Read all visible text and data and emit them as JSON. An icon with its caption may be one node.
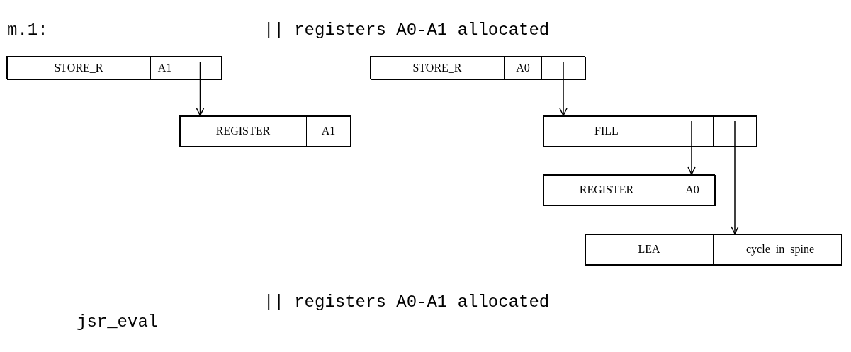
{
  "diagram": {
    "nodes": [
      {
        "text": [],
        "shape": "box"
      },
      {
        "text": [
          "STORE_R"
        ],
        "in": 0
      },
      {
        "text": [
          "A1"
        ],
        "in": 0
      },
      {
        "text": [],
        "shape": "box",
        "in": 0
      },
      {
        "text": [],
        "shape": "box"
      },
      {
        "text": [
          "REGISTER"
        ],
        "in": 4
      },
      {
        "text": [
          "A1"
        ],
        "in": 4
      },
      {
        "text": [],
        "shape": "box"
      },
      {
        "text": [
          "STORE_R"
        ],
        "in": 7
      },
      {
        "text": [
          "A0"
        ],
        "in": 7
      },
      {
        "text": [],
        "shape": "box",
        "in": 7
      },
      {
        "text": [],
        "shape": "box"
      },
      {
        "text": [
          "FILL"
        ],
        "in": 11
      },
      {
        "text": [],
        "shape": "box",
        "in": 11
      },
      {
        "text": [],
        "shape": "box",
        "in": 11
      },
      {
        "text": [],
        "shape": "box"
      },
      {
        "text": [
          "REGISTER"
        ],
        "in": 15
      },
      {
        "text": [
          "A0"
        ],
        "in": 15
      },
      {
        "text": [],
        "shape": "box"
      },
      {
        "text": [
          "LEA"
        ],
        "in": 18
      },
      {
        "text": [
          "_cycle_in_spine"
        ],
        "in": 18
      }
    ],
    "edges": [
      {
        "from": 3,
        "to": 4,
        "arrow": "to"
      },
      {
        "from": 10,
        "to": 11,
        "arrow": "to"
      },
      {
        "from": 13,
        "to": 15,
        "arrow": "to"
      },
      {
        "from": 14,
        "to": 18,
        "arrow": "to"
      }
    ],
    "labels": [
      "m.1:",
      "|| registers A0-A1 allocated",
      "|| registers A0-A1 allocated",
      "jsr_eval"
    ]
  }
}
